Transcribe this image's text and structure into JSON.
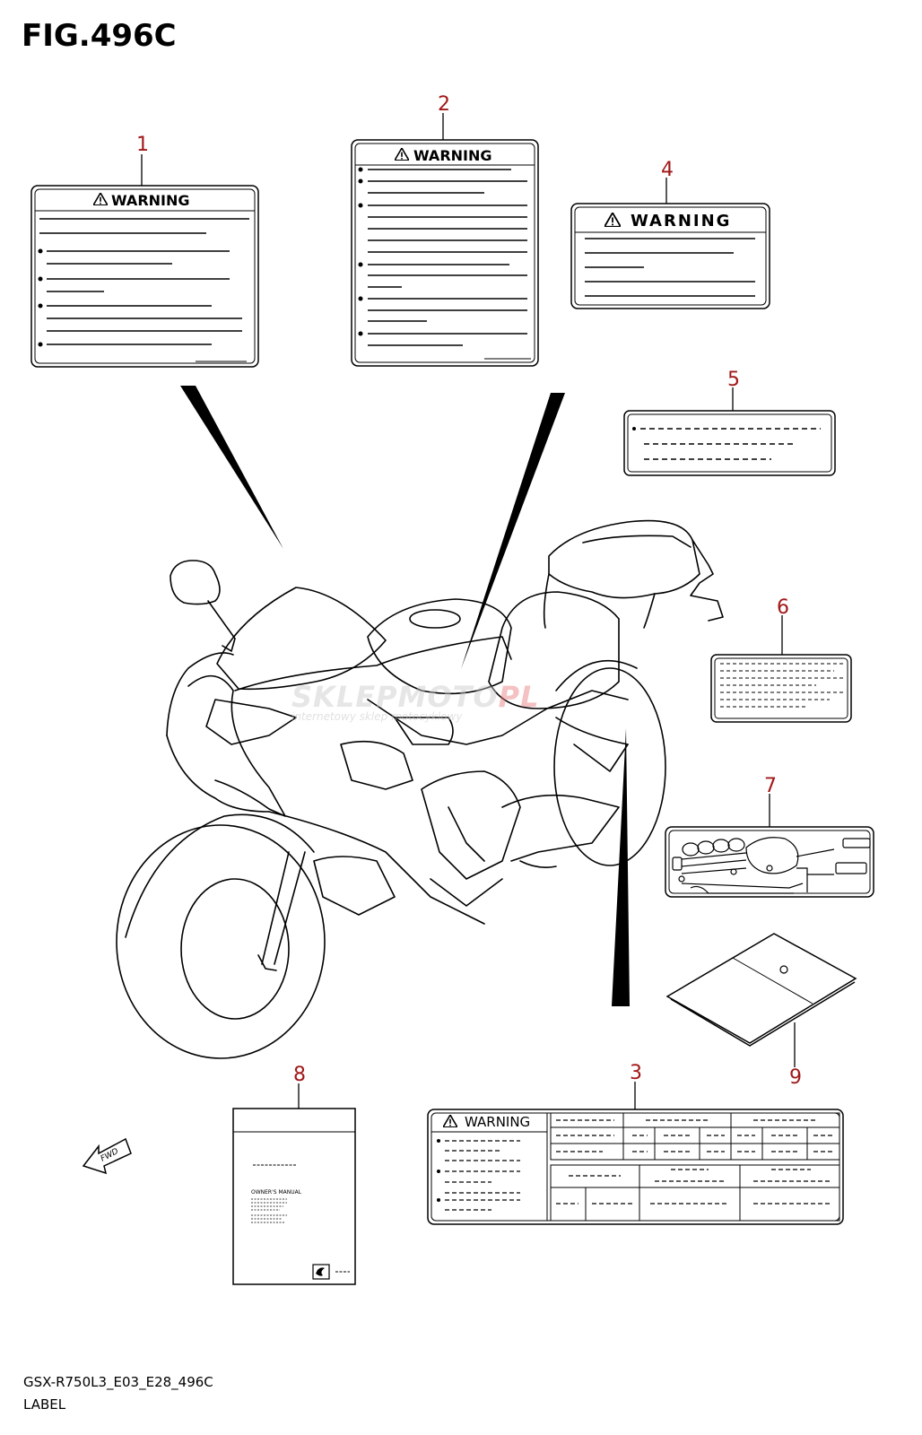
{
  "figure": {
    "title": "FIG.496C"
  },
  "footer": {
    "code": "GSX-R750L3_E03_E28_496C",
    "label": "LABEL"
  },
  "watermark": {
    "brand_a": "SKLEP",
    "brand_b": "MOTO",
    "brand_c": "PL",
    "subtext": "internetowy sklep motocyklowy"
  },
  "labels": {
    "warning_text": "WARNING",
    "owners_manual_text": "OWNER'S MANUAL",
    "fwd_text": "FWD"
  },
  "callouts": [
    "1",
    "2",
    "3",
    "4",
    "5",
    "6",
    "7",
    "8",
    "9"
  ],
  "colors": {
    "callout": "#a01818",
    "line": "#000000",
    "background": "#ffffff"
  }
}
